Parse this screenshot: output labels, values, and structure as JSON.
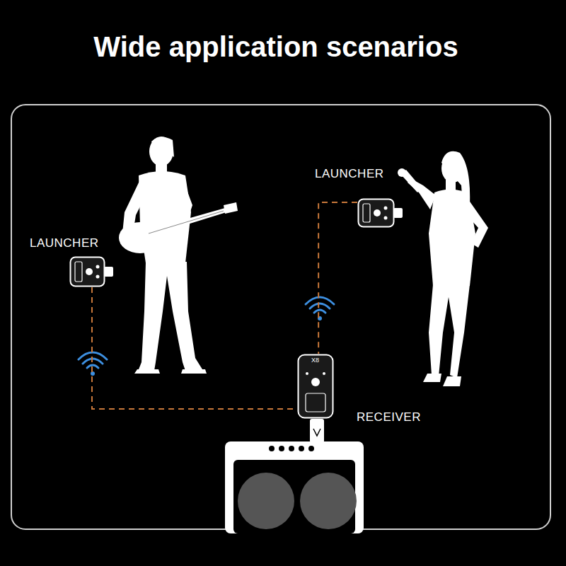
{
  "diagram": {
    "title": "Wide application scenarios",
    "nodes": [
      {
        "text": [
          "LAUNCHER"
        ]
      },
      {
        "text": [
          "LAUNCHER"
        ]
      },
      {
        "text": [
          "RECEIVER"
        ]
      }
    ],
    "edges": [
      {
        "from": 0,
        "to": 2,
        "arrow": "none"
      },
      {
        "from": 1,
        "to": 2,
        "arrow": "none"
      }
    ],
    "labels": [
      "X8"
    ]
  }
}
